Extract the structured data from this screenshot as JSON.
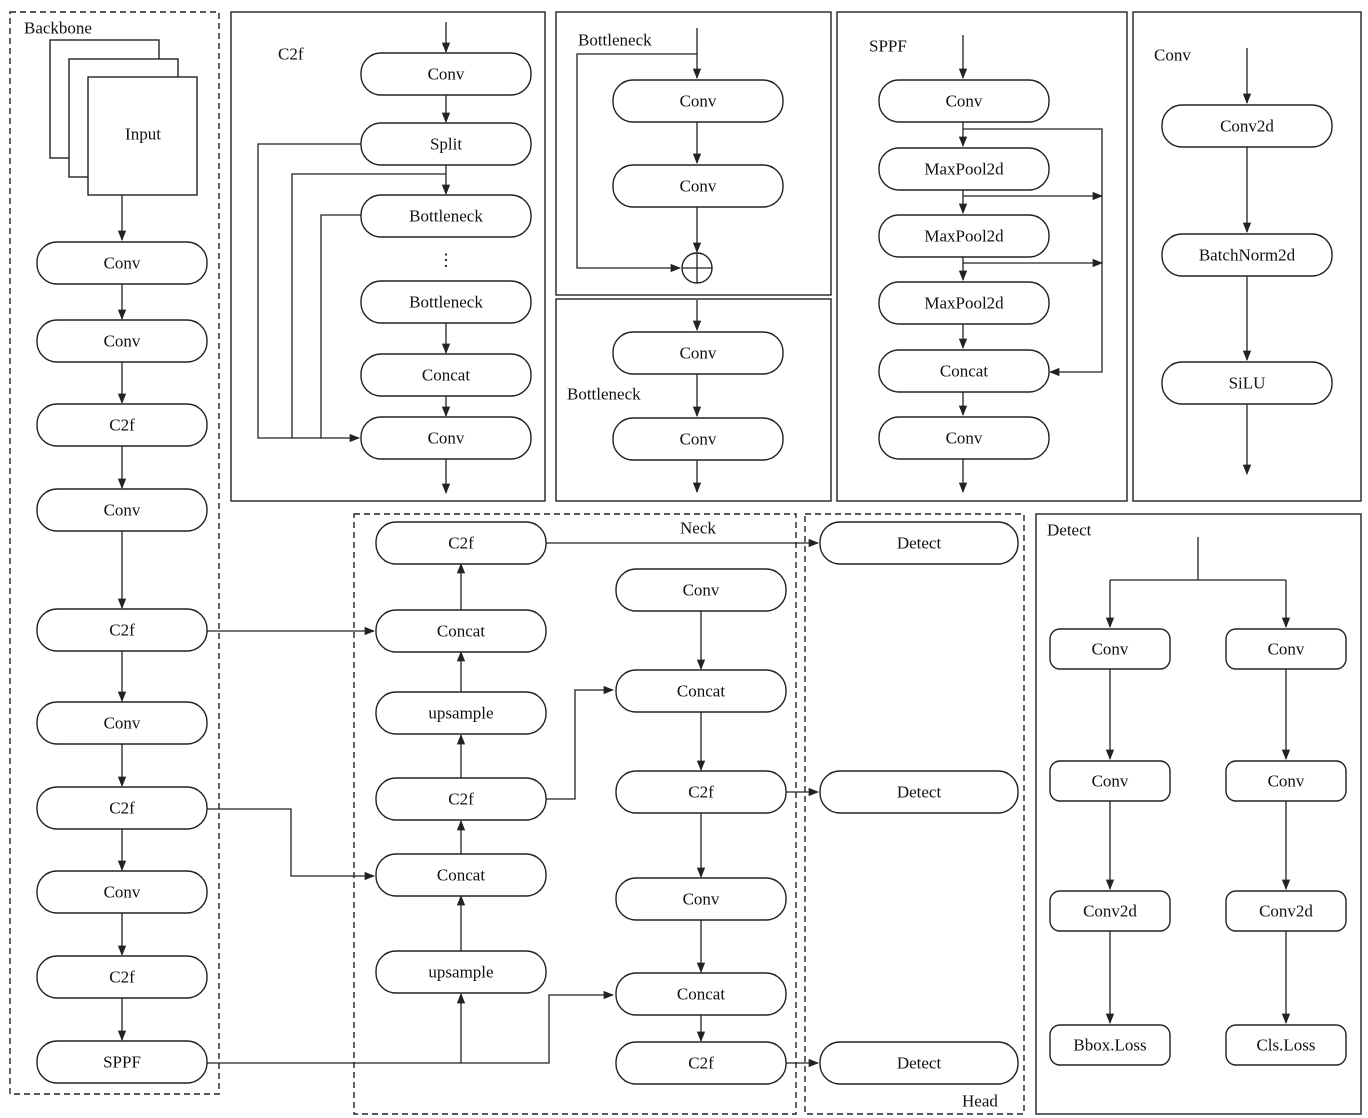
{
  "panels": {
    "backbone": "Backbone",
    "c2f": "C2f",
    "bottleneck_top": "Bottleneck",
    "bottleneck_bottom": "Bottleneck",
    "sppf": "SPPF",
    "conv": "Conv",
    "neck": "Neck",
    "head": "Head",
    "detect": "Detect"
  },
  "backbone": {
    "input": "Input",
    "layers": [
      "Conv",
      "Conv",
      "C2f",
      "Conv",
      "C2f",
      "Conv",
      "C2f",
      "Conv",
      "C2f",
      "SPPF"
    ]
  },
  "c2f_block": {
    "nodes": [
      "Conv",
      "Split",
      "Bottleneck",
      "Bottleneck",
      "Concat",
      "Conv"
    ],
    "ellipsis": "⋮"
  },
  "bottleneck_residual": {
    "nodes": [
      "Conv",
      "Conv"
    ],
    "add": "⊕"
  },
  "bottleneck_plain": {
    "nodes": [
      "Conv",
      "Conv"
    ]
  },
  "sppf_block": {
    "nodes": [
      "Conv",
      "MaxPool2d",
      "MaxPool2d",
      "MaxPool2d",
      "Concat",
      "Conv"
    ]
  },
  "conv_block": {
    "nodes": [
      "Conv2d",
      "BatchNorm2d",
      "SiLU"
    ]
  },
  "neck": {
    "left": [
      "C2f",
      "Concat",
      "upsample",
      "C2f",
      "Concat",
      "upsample"
    ],
    "right": [
      "Conv",
      "Concat",
      "C2f",
      "Conv",
      "Concat",
      "C2f"
    ]
  },
  "head": {
    "nodes": [
      "Detect",
      "Detect",
      "Detect"
    ]
  },
  "detect_block": {
    "left": [
      "Conv",
      "Conv",
      "Conv2d",
      "Bbox.Loss"
    ],
    "right": [
      "Conv",
      "Conv",
      "Conv2d",
      "Cls.Loss"
    ]
  }
}
